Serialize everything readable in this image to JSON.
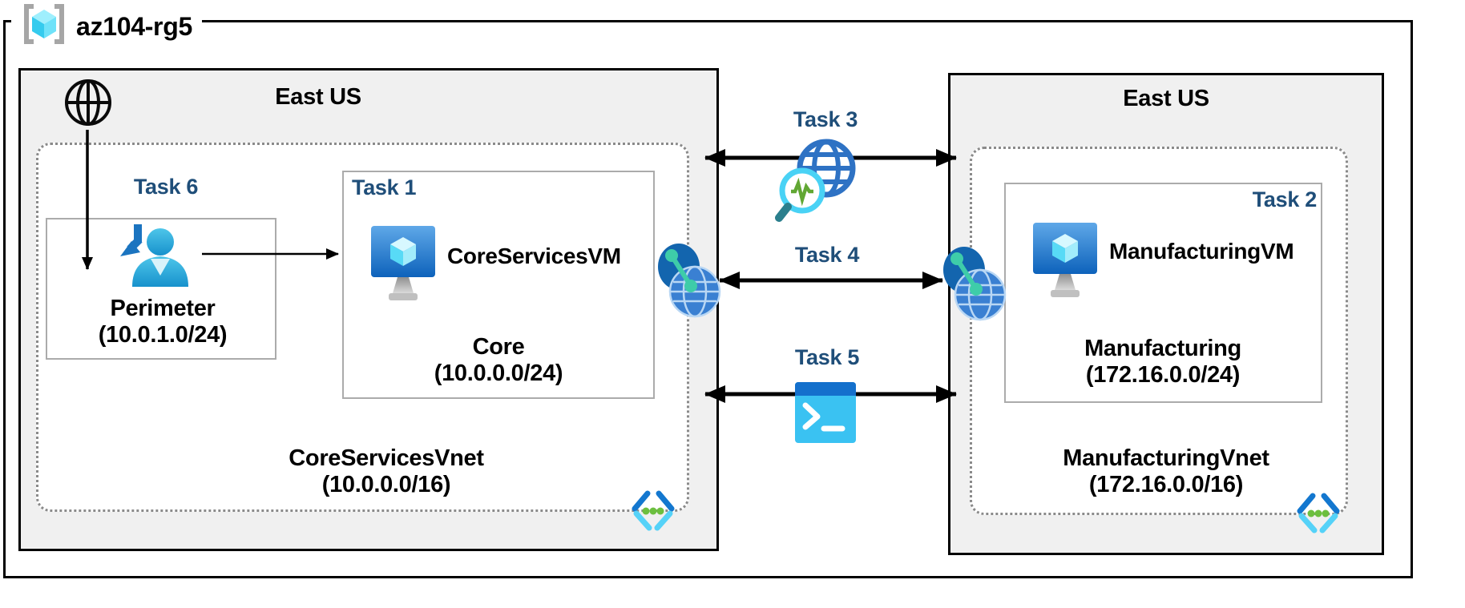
{
  "resource_group": {
    "name": "az104-rg5"
  },
  "regions": {
    "left": {
      "title": "East US"
    },
    "right": {
      "title": "East US"
    }
  },
  "tasks": {
    "task1": "Task 1",
    "task2": "Task 2",
    "task3": "Task 3",
    "task4": "Task 4",
    "task5": "Task 5",
    "task6": "Task 6"
  },
  "core_vnet": {
    "vm_name": "CoreServicesVM",
    "subnet_name": "Core",
    "subnet_cidr": "(10.0.0.0/24)",
    "perimeter_name": "Perimeter",
    "perimeter_cidr": "(10.0.1.0/24)",
    "vnet_name": "CoreServicesVnet",
    "vnet_cidr": "(10.0.0.0/16)"
  },
  "manufacturing_vnet": {
    "vm_name": "ManufacturingVM",
    "subnet_name": "Manufacturing",
    "subnet_cidr": "(172.16.0.0/24)",
    "vnet_name": "ManufacturingVnet",
    "vnet_cidr": "(172.16.0.0/16)"
  },
  "icons": {
    "resource-group-icon": "gray-brackets-with-cyan-cube",
    "internet-icon": "black-outline-globe",
    "inbound-user-icon": "blue-person-with-return-arrow",
    "vm-icon": "blue-monitor-with-cube-and-stand",
    "vnet-peering-icon": "dark-ellipse-and-globe-with-teal-link",
    "network-watcher-icon": "blue-wireframe-globe-with-magnifier-and-pulse",
    "cloud-shell-icon": "terminal-window-with-prompt",
    "virtual-network-icon": "blue-angle-brackets-with-three-green-dots"
  },
  "colors": {
    "task_label": "#1F4E79",
    "region_background": "#F0F0F0",
    "region_border": "#000000",
    "inner_box_border": "#ABABAB",
    "vnet_dotted_border": "#8A8A8A",
    "azure_blue": "#0078D4",
    "cyan": "#50E6FF",
    "green": "#6CBF3F",
    "teal_link": "#3ECCA9",
    "arrow": "#000000"
  }
}
